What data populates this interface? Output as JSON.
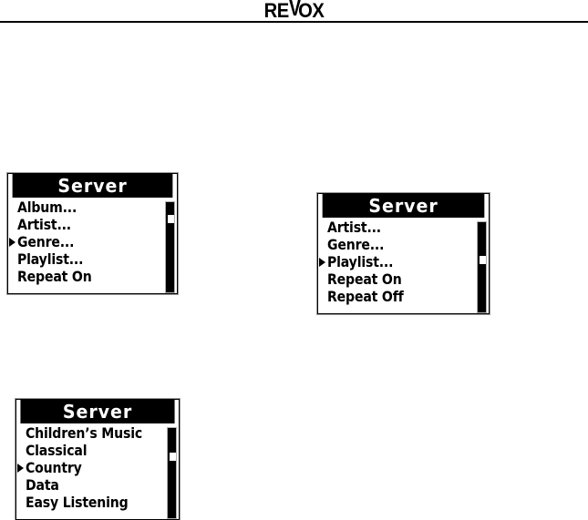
{
  "header": {
    "brand_part1": "RE",
    "brand_v": "V",
    "brand_part2": "OX",
    "brand_full": "REVOX"
  },
  "colors": {
    "page_background": "#ffffff",
    "ink": "#000000",
    "lcd_background": "#ffffff",
    "lcd_titlebar": "#000000",
    "lcd_title_text": "#ffffff",
    "lcd_border": "#000000",
    "lcd_bevel": "#9a9a9a",
    "scrollbar_track": "#000000",
    "scrollbar_thumb": "#ffffff"
  },
  "panels": [
    {
      "id": "panel-server-genre",
      "title": "Server",
      "selected_index": 2,
      "selection_marker": "right-triangle",
      "scroll_thumb_percent": 14,
      "rows": [
        {
          "label": "Album...",
          "selected": false
        },
        {
          "label": "Artist...",
          "selected": false
        },
        {
          "label": "Genre...",
          "selected": true
        },
        {
          "label": "Playlist...",
          "selected": false
        },
        {
          "label": "Repeat On",
          "selected": false
        }
      ]
    },
    {
      "id": "panel-server-playlist",
      "title": "Server",
      "selected_index": 2,
      "selection_marker": "right-triangle",
      "scroll_thumb_percent": 40,
      "rows": [
        {
          "label": "Artist...",
          "selected": false
        },
        {
          "label": "Genre...",
          "selected": false
        },
        {
          "label": "Playlist...",
          "selected": true
        },
        {
          "label": "Repeat On",
          "selected": false
        },
        {
          "label": "Repeat Off",
          "selected": false
        }
      ]
    },
    {
      "id": "panel-server-country",
      "title": "Server",
      "selected_index": 2,
      "selection_marker": "right-triangle",
      "scroll_thumb_percent": 28,
      "rows": [
        {
          "label": "Children’s Music",
          "selected": false
        },
        {
          "label": "Classical",
          "selected": false
        },
        {
          "label": "Country",
          "selected": true
        },
        {
          "label": "Data",
          "selected": false
        },
        {
          "label": "Easy Listening",
          "selected": false
        }
      ]
    }
  ]
}
